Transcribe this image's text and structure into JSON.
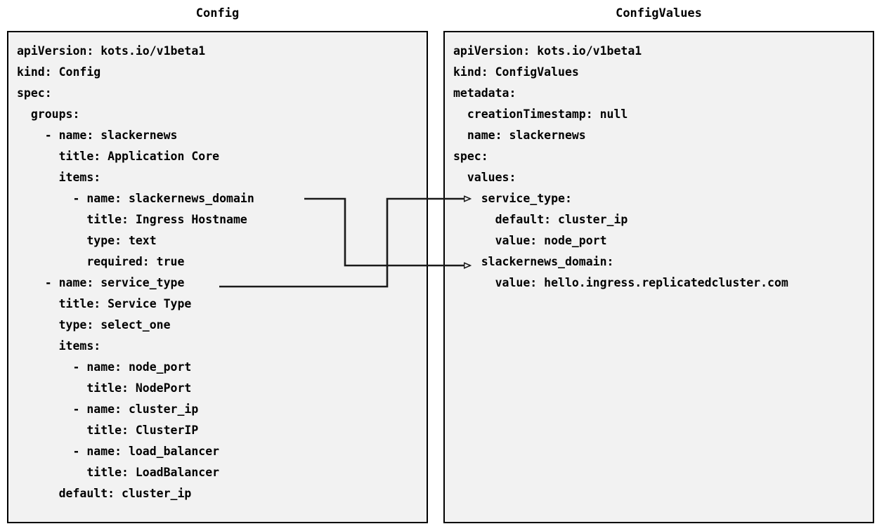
{
  "diagram": {
    "kind": "yaml-mapping-diagram",
    "background_color": "#ffffff",
    "panel_fill": "#f2f2f2",
    "panel_border_color": "#000000",
    "text_color": "#000000",
    "connector_color": "#1a1a1a"
  },
  "left_panel": {
    "title": "Config",
    "lines": [
      "apiVersion: kots.io/v1beta1",
      "kind: Config",
      "spec:",
      "  groups:",
      "    - name: slackernews",
      "      title: Application Core",
      "      items:",
      "        - name: slackernews_domain",
      "          title: Ingress Hostname",
      "          type: text",
      "          required: true",
      "    - name: service_type",
      "      title: Service Type",
      "      type: select_one",
      "      items:",
      "        - name: node_port",
      "          title: NodePort",
      "        - name: cluster_ip",
      "          title: ClusterIP",
      "        - name: load_balancer",
      "          title: LoadBalancer",
      "      default: cluster_ip"
    ]
  },
  "right_panel": {
    "title": "ConfigValues",
    "lines": [
      "apiVersion: kots.io/v1beta1",
      "kind: ConfigValues",
      "metadata:",
      "  creationTimestamp: null",
      "  name: slackernews",
      "spec:",
      "  values:",
      "    service_type:",
      "      default: cluster_ip",
      "      value: node_port",
      "    slackernews_domain:",
      "      value: hello.ingress.replicatedcluster.com"
    ]
  },
  "connectors": [
    {
      "id": "slackernews-domain-link",
      "from_label": "slackernews_domain",
      "to_label": "slackernews_domain:",
      "from_side": "left-panel-item",
      "to_side": "right-panel-key",
      "arrowhead": "open-triangle"
    },
    {
      "id": "service-type-link",
      "from_label": "service_type",
      "to_label": "service_type:",
      "from_side": "left-panel-item",
      "to_side": "right-panel-key",
      "arrowhead": "open-triangle"
    }
  ]
}
